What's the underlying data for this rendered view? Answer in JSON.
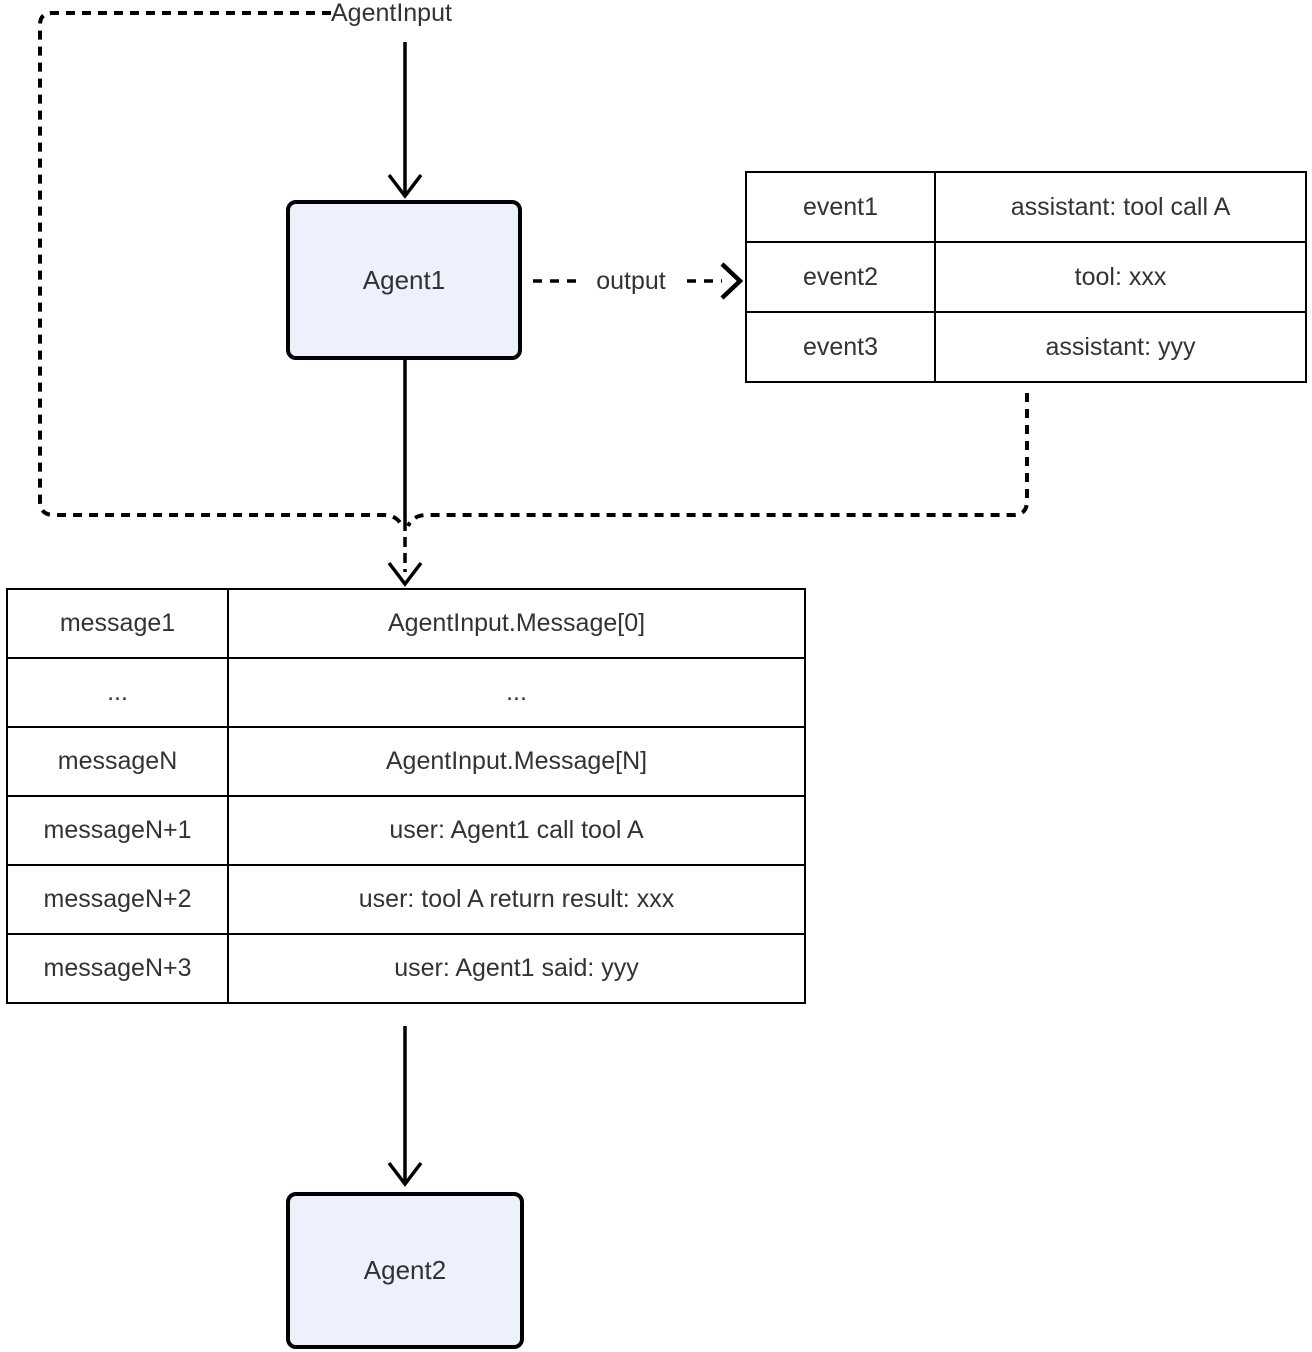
{
  "diagram": {
    "title_label": "AgentInput",
    "output_edge_label": "output",
    "nodes": {
      "agent1": "Agent1",
      "agent2": "Agent2"
    },
    "event_table": {
      "rows": [
        {
          "key": "event1",
          "value": "assistant: tool call A"
        },
        {
          "key": "event2",
          "value": "tool: xxx"
        },
        {
          "key": "event3",
          "value": "assistant: yyy"
        }
      ]
    },
    "message_table": {
      "rows": [
        {
          "key": "message1",
          "value": "AgentInput.Message[0]"
        },
        {
          "key": "...",
          "value": "..."
        },
        {
          "key": "messageN",
          "value": "AgentInput.Message[N]"
        },
        {
          "key": "messageN+1",
          "value": "user: Agent1 call tool A"
        },
        {
          "key": "messageN+2",
          "value": "user: tool A return result: xxx"
        },
        {
          "key": "messageN+3",
          "value": "user: Agent1 said: yyy"
        }
      ]
    },
    "colors": {
      "node_fill": "#ecf1fb",
      "node_border": "#000000",
      "line": "#000000",
      "text": "#333333",
      "background": "#ffffff"
    }
  }
}
